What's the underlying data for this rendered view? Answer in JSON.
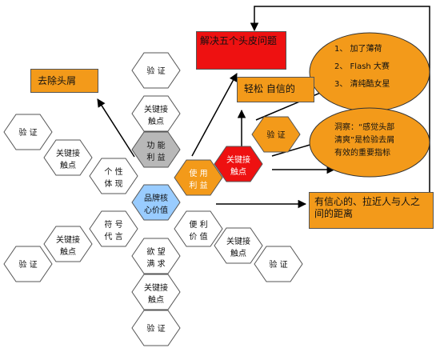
{
  "center": {
    "line1": "品牌核",
    "line2": "心价值"
  },
  "values": {
    "functional": {
      "line1": "功 能",
      "line2": "利 益"
    },
    "usage": {
      "line1": "使 用",
      "line2": "利 益"
    },
    "convenience": {
      "line1": "便 利",
      "line2": "价 值"
    },
    "desire": {
      "line1": "欲 望",
      "line2": "满 求"
    },
    "symbol": {
      "line1": "符 号",
      "line2": "代 言"
    },
    "personality": {
      "line1": "个 性",
      "line2": "体 现"
    }
  },
  "key_touchpoint": {
    "line1": "关键接",
    "line2": "触点"
  },
  "verify_label": "验  证",
  "boxes": {
    "dandruff": "去除头屑",
    "solve_five": "解决五个头皮问题",
    "relaxed": "轻松  自信的",
    "closeness": "有信心的、拉近人与人之间的距离"
  },
  "list_items": [
    "1、  加了薄荷",
    "2、  Flash 大赛",
    "3、  清纯酷女星"
  ],
  "insight": {
    "line1": "洞察：“感觉头部",
    "line2": "清爽”是检验去屑",
    "line3": "有效的重要指标"
  },
  "colors": {
    "orange": "#f39a1a",
    "red": "#ee1111",
    "gray": "#b8b8b8",
    "blue": "#99ccff",
    "white": "#ffffff"
  }
}
